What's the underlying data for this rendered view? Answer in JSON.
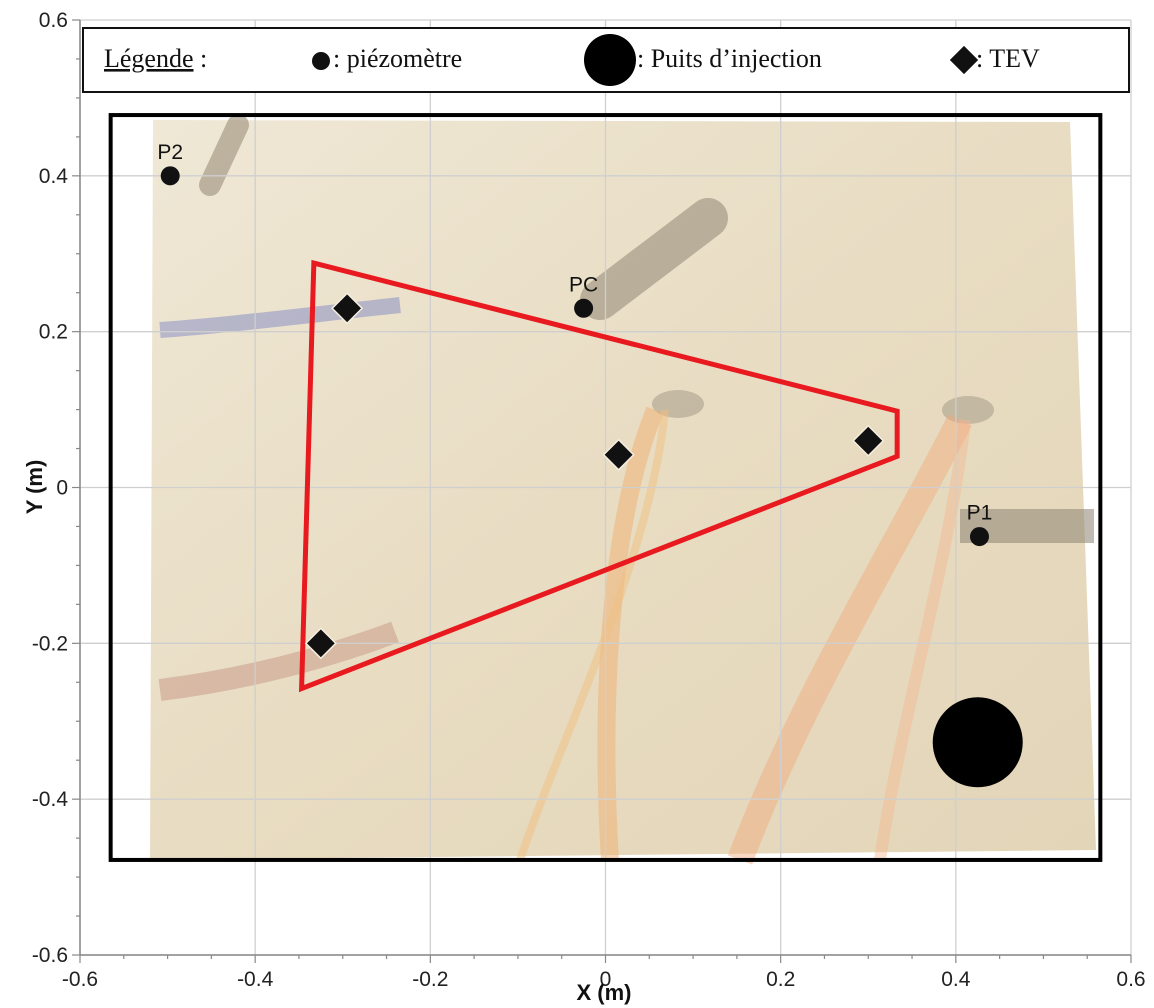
{
  "chart_data": {
    "type": "scatter",
    "title": "",
    "xlabel": "X (m)",
    "ylabel": "Y (m)",
    "xlim": [
      -0.6,
      0.6
    ],
    "ylim": [
      -0.6,
      0.6
    ],
    "x_ticks": [
      -0.6,
      -0.4,
      -0.2,
      0,
      0.2,
      0.4,
      0.6
    ],
    "x_tick_labels": [
      "-0.6",
      "-0.4",
      "-0.2",
      "0",
      "0.2",
      "0.4",
      "0.6"
    ],
    "y_ticks": [
      -0.6,
      -0.4,
      -0.2,
      0,
      0.2,
      0.4,
      0.6
    ],
    "y_tick_labels": [
      "-0.6",
      "-0.4",
      "-0.2",
      "0",
      "0.2",
      "0.4",
      "0.6"
    ],
    "grid": true,
    "legend": {
      "placement": "top",
      "title": "Légende",
      "title_suffix": " :",
      "entries": [
        {
          "marker": "small-circle",
          "label": ": piézomètre"
        },
        {
          "marker": "large-circle",
          "label": ": Puits d’injection"
        },
        {
          "marker": "diamond",
          "label": ": TEV"
        }
      ]
    },
    "piezometers": [
      {
        "label": "P2",
        "x": -0.497,
        "y": 0.4
      },
      {
        "label": "PC",
        "x": -0.025,
        "y": 0.23
      },
      {
        "label": "P1",
        "x": 0.427,
        "y": -0.063
      }
    ],
    "injection_well": {
      "x": 0.425,
      "y": -0.327
    },
    "tev": [
      {
        "x": -0.295,
        "y": 0.23
      },
      {
        "x": 0.015,
        "y": 0.042
      },
      {
        "x": 0.3,
        "y": 0.06
      },
      {
        "x": -0.325,
        "y": -0.2
      }
    ],
    "triangle": [
      {
        "x": -0.333,
        "y": 0.288
      },
      {
        "x": 0.333,
        "y": 0.098
      },
      {
        "x": 0.333,
        "y": 0.04
      },
      {
        "x": -0.347,
        "y": -0.258
      }
    ],
    "frame": {
      "x0": -0.565,
      "x1": 0.565,
      "y0": -0.478,
      "y1": 0.478
    },
    "colors": {
      "triangle": "#e8191f",
      "markers": "#111111",
      "background_photo": "#e9dfc8",
      "grid": "#cfcfcf"
    }
  }
}
